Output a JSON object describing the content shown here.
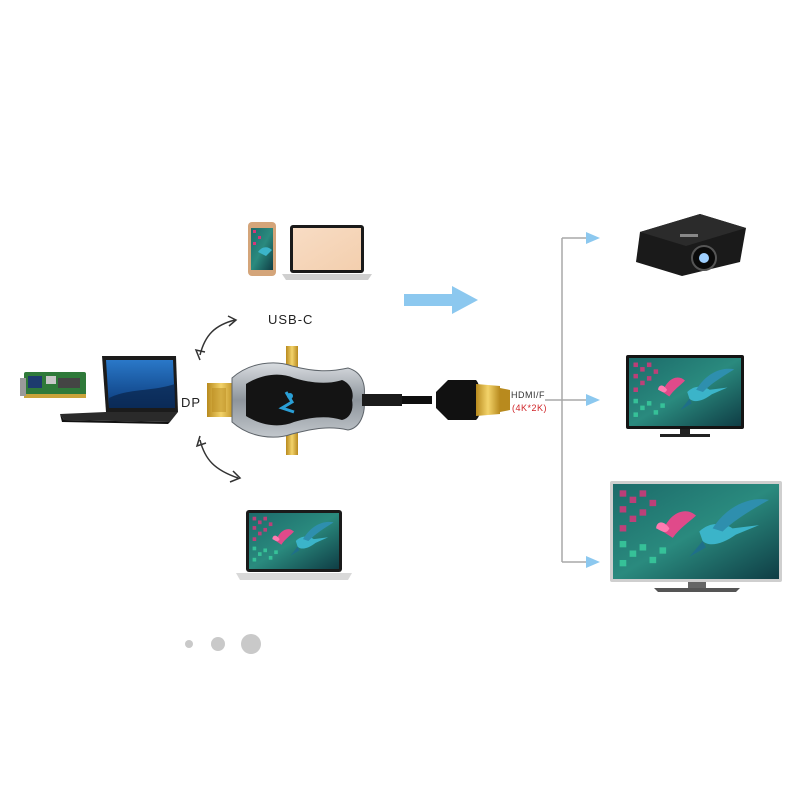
{
  "labels": {
    "usb_c": "USB-C",
    "dp": "DP",
    "hdmi": "HDMI/F",
    "resolution": "(4K*2K)"
  },
  "colors": {
    "flow_arrow": "#8cc8ef",
    "branch_line": "#a8a8a8",
    "resolution_text": "#d0262a",
    "adapter_body": "#9aa0a6"
  },
  "carousel": {
    "total": 3,
    "active_index": 2
  }
}
